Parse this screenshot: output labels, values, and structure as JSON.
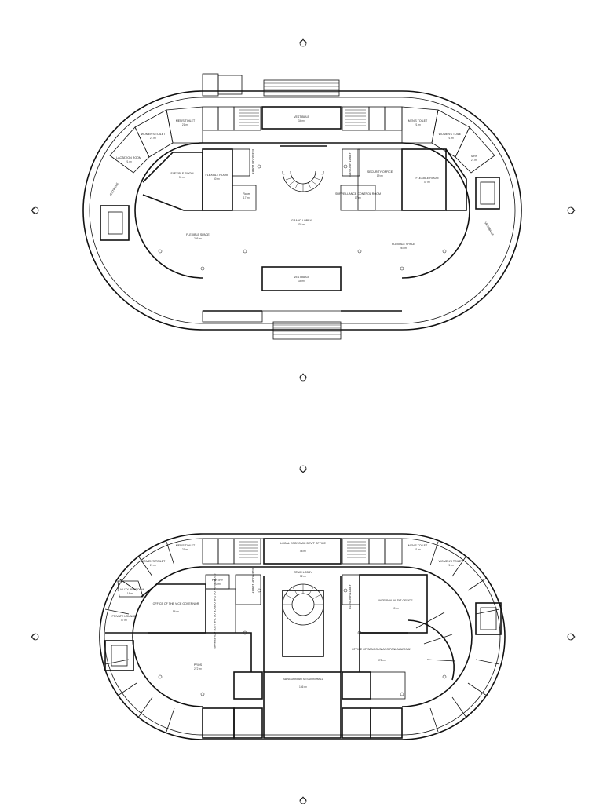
{
  "plans": [
    {
      "id": "ground",
      "rooms": [
        {
          "key": "mens_toilet_l",
          "name": "MEN'S TOILET",
          "area": "21 m²"
        },
        {
          "key": "womens_toilet_l",
          "name": "WOMEN'S TOILET",
          "area": "21 m²"
        },
        {
          "key": "lactation",
          "name": "LACTATION ROOM",
          "area": "21 m²"
        },
        {
          "key": "flex_room_1",
          "name": "FLEXIBLE ROOM",
          "area": "31 m²"
        },
        {
          "key": "flex_room_2",
          "name": "FLEXIBLE ROOM",
          "area": "30 m²"
        },
        {
          "key": "room",
          "name": "Room",
          "area": "17 m²"
        },
        {
          "key": "vestibule_top",
          "name": "VESTIBULE",
          "area": "34 m²"
        },
        {
          "key": "grand_lobby",
          "name": "GRAND LOBBY",
          "area": "235 m²"
        },
        {
          "key": "security",
          "name": "SECURITY OFFICE",
          "area": "19 m²"
        },
        {
          "key": "surveillance",
          "name": "SURVEILLANCE CONTROL ROOM",
          "area": "17 m²"
        },
        {
          "key": "flex_room_3",
          "name": "FLEXIBLE ROOM",
          "area": "47 m²"
        },
        {
          "key": "mens_toilet_r",
          "name": "MEN'S TOILET",
          "area": "21 m²"
        },
        {
          "key": "womens_toilet_r",
          "name": "WOMEN'S TOILET",
          "area": "21 m²"
        },
        {
          "key": "mrf",
          "name": "MRF",
          "area": "21 m²"
        },
        {
          "key": "flex_space_l",
          "name": "FLEXIBLE SPACE",
          "area": "226 m²"
        },
        {
          "key": "flex_space_r",
          "name": "FLEXIBLE SPACE",
          "area": "287 m²"
        },
        {
          "key": "vestibule_bottom",
          "name": "VESTIBULE",
          "area": "34 m²"
        },
        {
          "key": "elev_lobby_l",
          "name": "ELEVATOR LOBBY",
          "area": ""
        },
        {
          "key": "elev_lobby_r",
          "name": "ELEVATOR LOBBY",
          "area": ""
        },
        {
          "key": "vestibule_side_l",
          "name": "VESTIBULE",
          "area": ""
        },
        {
          "key": "vestibule_side_r",
          "name": "VESTIBULE",
          "area": ""
        }
      ]
    },
    {
      "id": "second",
      "rooms": [
        {
          "key": "mens_toilet_l",
          "name": "MEN'S TOILET",
          "area": "21 m²"
        },
        {
          "key": "womens_toilet_l",
          "name": "WOMEN'S TOILET",
          "area": "21 m²"
        },
        {
          "key": "local_econ",
          "name": "LOCAL ECONOMIC DEV'T OFFICE",
          "area": "48 m²"
        },
        {
          "key": "stair_lobby",
          "name": "STAIR LOBBY",
          "area": "32 m²"
        },
        {
          "key": "pantry",
          "name": "PANTRY",
          "area": "10 m²"
        },
        {
          "key": "quality_bedroom",
          "name": "QUALITY BEDROOM",
          "area": "16 m²"
        },
        {
          "key": "private_lounge",
          "name": "PRIVATE LOUNGE",
          "area": "47 m²"
        },
        {
          "key": "vice_governor",
          "name": "OFFICE OF THE VICE GOVERNOR",
          "area": "56 m²"
        },
        {
          "key": "sec_vg",
          "name": "SECRETARY OF THE OFFICE OF THE VICE GOVERNOR",
          "area": ""
        },
        {
          "key": "pros",
          "name": "PROS",
          "area": "272 m²"
        },
        {
          "key": "internal_audit",
          "name": "INTERNAL AUDIT OFFICE",
          "area": "90 m²"
        },
        {
          "key": "sanggunian_office",
          "name": "OFFICE OF SANGGUNIANG PANLALAWIGAN",
          "area": "372 m²"
        },
        {
          "key": "session_hall",
          "name": "SANGGUNIAN SESSION HALL",
          "area": "136 m²"
        },
        {
          "key": "mens_toilet_r",
          "name": "MEN'S TOILET",
          "area": "21 m²"
        },
        {
          "key": "womens_toilet_r",
          "name": "WOMEN'S TOILET",
          "area": "21 m²"
        },
        {
          "key": "elev_lobby_l",
          "name": "ELEVATOR LOBBY",
          "area": ""
        },
        {
          "key": "elev_lobby_r",
          "name": "ELEVATOR LOBBY",
          "area": ""
        }
      ]
    }
  ]
}
